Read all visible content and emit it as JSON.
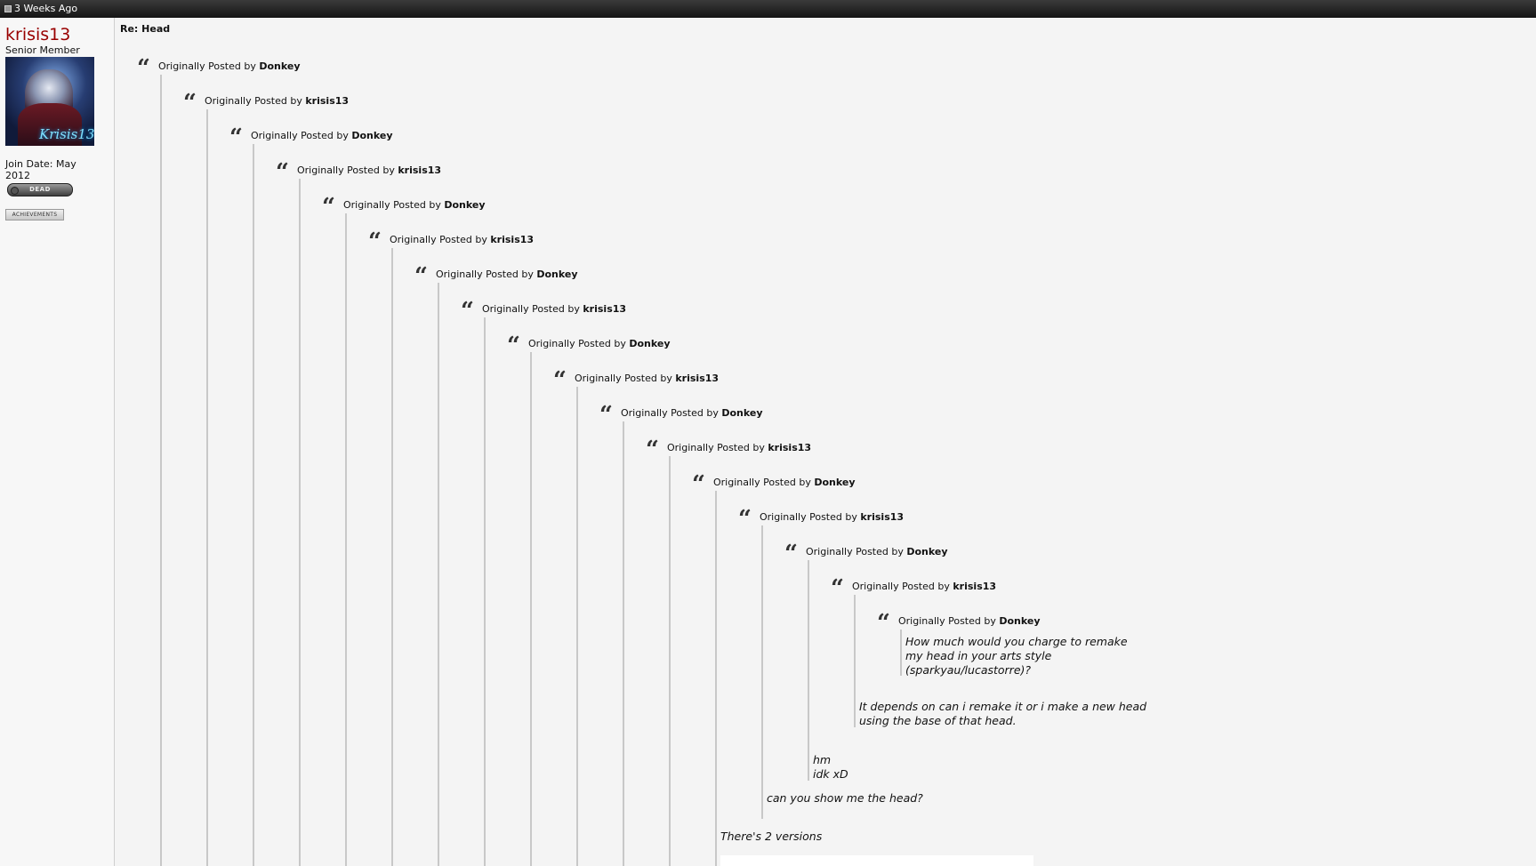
{
  "topbar": {
    "date": "3 Weeks Ago",
    "icon": "post-icon"
  },
  "user": {
    "name": "krisis13",
    "title": "Senior Member",
    "avatar_text": "Krisis13",
    "join_date": "Join Date: May 2012",
    "status_badge": "DEAD",
    "achievements": "ACHIEVEMENTS"
  },
  "post": {
    "title": "Re: Head",
    "quote_prefix": "Originally Posted by",
    "quotes": [
      {
        "author": "Donkey"
      },
      {
        "author": "krisis13"
      },
      {
        "author": "Donkey"
      },
      {
        "author": "krisis13"
      },
      {
        "author": "Donkey"
      },
      {
        "author": "krisis13"
      },
      {
        "author": "Donkey"
      },
      {
        "author": "krisis13"
      },
      {
        "author": "Donkey"
      },
      {
        "author": "krisis13"
      },
      {
        "author": "Donkey"
      },
      {
        "author": "krisis13"
      },
      {
        "author": "Donkey"
      },
      {
        "author": "krisis13"
      },
      {
        "author": "Donkey"
      },
      {
        "author": "krisis13"
      },
      {
        "author": "Donkey"
      }
    ],
    "replies": [
      {
        "lines": [
          "How much would you charge to remake",
          "my head in your arts style",
          "(sparkyau/lucastorre)?"
        ]
      },
      {
        "lines": [
          "It depends on can i remake it or i make a new head",
          "using the base of that head."
        ]
      },
      {
        "lines": [
          "hm",
          "idk xD"
        ]
      },
      {
        "lines": [
          "can you show me the head?"
        ]
      },
      {
        "lines": [
          "There's 2 versions"
        ]
      }
    ]
  },
  "colors": {
    "username": "#990000",
    "topbar": "#1a1a1a",
    "quote_line": "#c8c8c8"
  }
}
